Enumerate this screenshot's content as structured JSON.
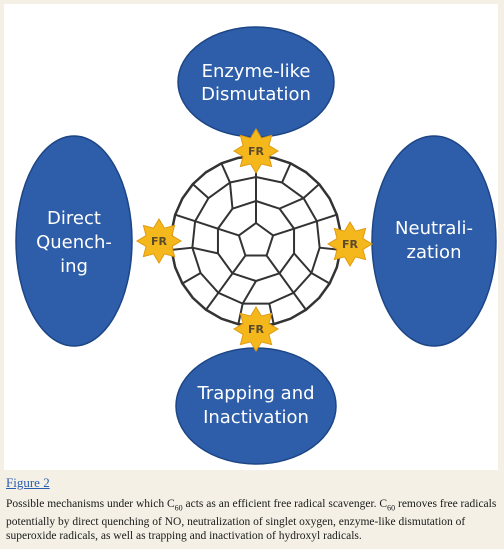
{
  "figure": {
    "mechanisms": {
      "top": [
        "Enzyme-like",
        "Dismutation"
      ],
      "left": [
        "Direct",
        "Quench-",
        "ing"
      ],
      "right": [
        "Neutrali-",
        "zation"
      ],
      "bottom": [
        "Trapping and",
        "Inactivation"
      ]
    },
    "fr_label": "FR",
    "colors": {
      "ellipse_fill": "#2e5ea9",
      "ellipse_stroke": "#1d4686",
      "star_fill": "#f5b81c",
      "molecule_stroke": "#333333"
    }
  },
  "figure_link": "Figure 2",
  "caption": {
    "part1": "Possible mechanisms under which C",
    "subscript": "60",
    "part2": " acts as an efficient free radical scavenger. C",
    "subscript2": "60",
    "part3": " removes free radicals potentially by direct quenching of NO, neutralization of singlet oxygen, enzyme-like dismutation of superoxide radicals, as well as trapping and inactivation of hydroxyl radicals."
  }
}
